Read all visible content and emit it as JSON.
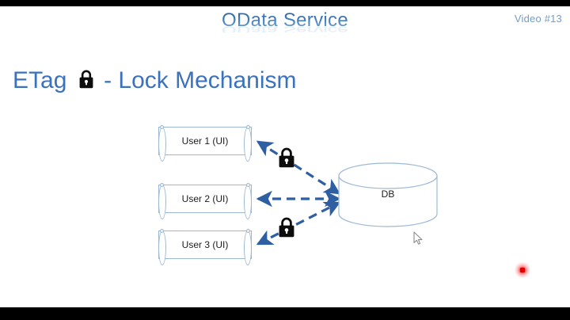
{
  "deck": {
    "title": "OData Service",
    "video_badge": "Video #13"
  },
  "slide": {
    "heading_before_lock": "ETag",
    "heading_after_lock": "- Lock Mechanism",
    "heading_full": "ETag 🔒 - Lock Mechanism"
  },
  "diagram": {
    "users": [
      {
        "label": "User 1 (UI)"
      },
      {
        "label": "User 2 (UI)"
      },
      {
        "label": "User 3 (UI)"
      }
    ],
    "database": {
      "label": "DB"
    },
    "locks": [
      {
        "name": "lock-user1-db"
      },
      {
        "name": "lock-user3-db"
      }
    ],
    "connectors": [
      {
        "from": "User 1 (UI)",
        "to": "DB",
        "style": "dashed",
        "arrows": "both",
        "locked": true
      },
      {
        "from": "User 2 (UI)",
        "to": "DB",
        "style": "dashed",
        "arrows": "both",
        "locked": false
      },
      {
        "from": "User 3 (UI)",
        "to": "DB",
        "style": "dashed",
        "arrows": "both",
        "locked": true
      }
    ]
  },
  "overlay": {
    "recording_indicator": "recording",
    "cursor": "pointer-arrow"
  },
  "colors": {
    "title_blue": "#3f7cc0",
    "heading_blue": "#3a72bd",
    "badge_blue": "#6f9fcb",
    "shape_outline": "#9cb9d4",
    "connector_blue": "#2e5fa3",
    "lock_black": "#0d0d0d",
    "record_red": "#e00000",
    "slide_bg": "#ffffff",
    "letterbox": "#000000"
  }
}
